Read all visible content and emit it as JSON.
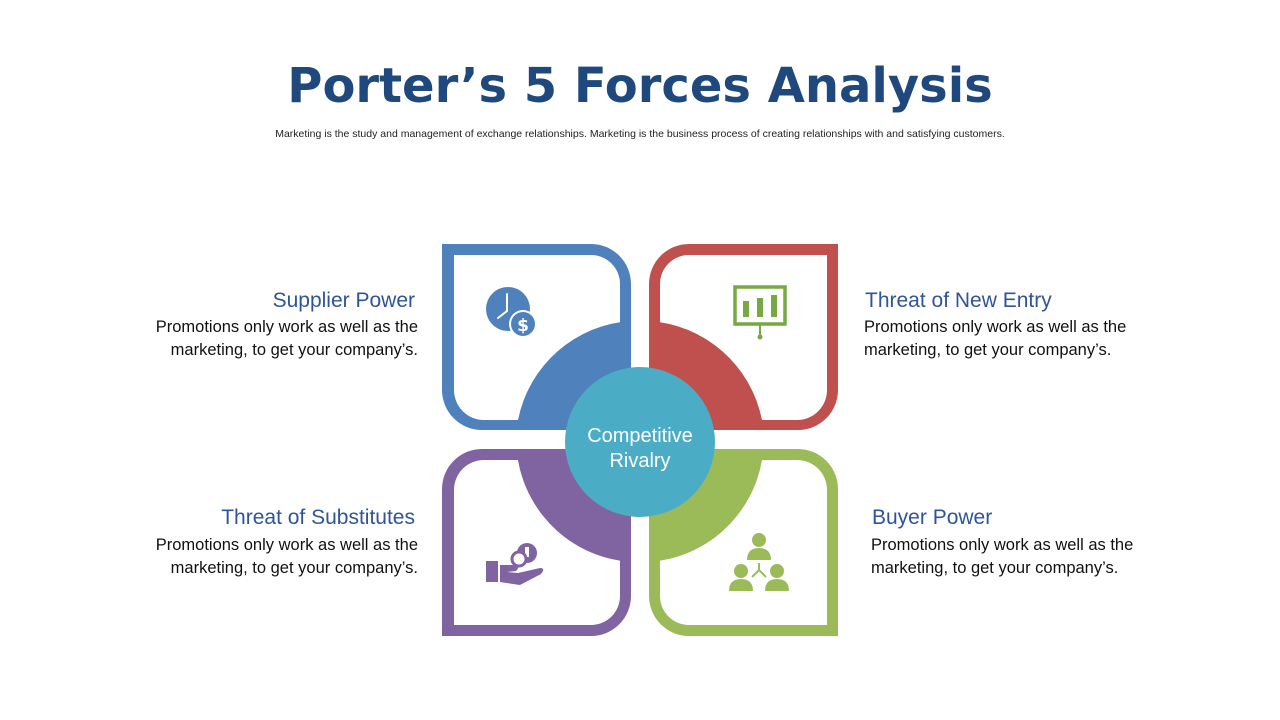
{
  "title": "Porter’s 5 Forces Analysis",
  "subtitle": "Marketing is the study and management of exchange relationships. Marketing is the business process of creating relationships with and satisfying customers.",
  "center": {
    "line1": "Competitive",
    "line2": "Rivalry",
    "color": "#4bacc6"
  },
  "forces": {
    "supplier": {
      "title": "Supplier Power",
      "line1": "Promotions only work as well as the",
      "line2": "marketing, to get your company’s.",
      "color": "#4f81bd",
      "icon": "clock-dollar-icon"
    },
    "new_entry": {
      "title": "Threat of New Entry",
      "line1": "Promotions only work as well as the",
      "line2": "marketing, to get your company’s.",
      "color": "#c0504d",
      "icon": "presentation-chart-icon"
    },
    "substitutes": {
      "title": "Threat of Substitutes",
      "line1": "Promotions only work as well as the",
      "line2": "marketing, to get your company’s.",
      "color": "#8064a2",
      "icon": "hand-coin-icon"
    },
    "buyer": {
      "title": "Buyer Power",
      "line1": "Promotions only work as well as the",
      "line2": "marketing, to get your company’s.",
      "color": "#9bbb59",
      "icon": "people-network-icon"
    }
  }
}
